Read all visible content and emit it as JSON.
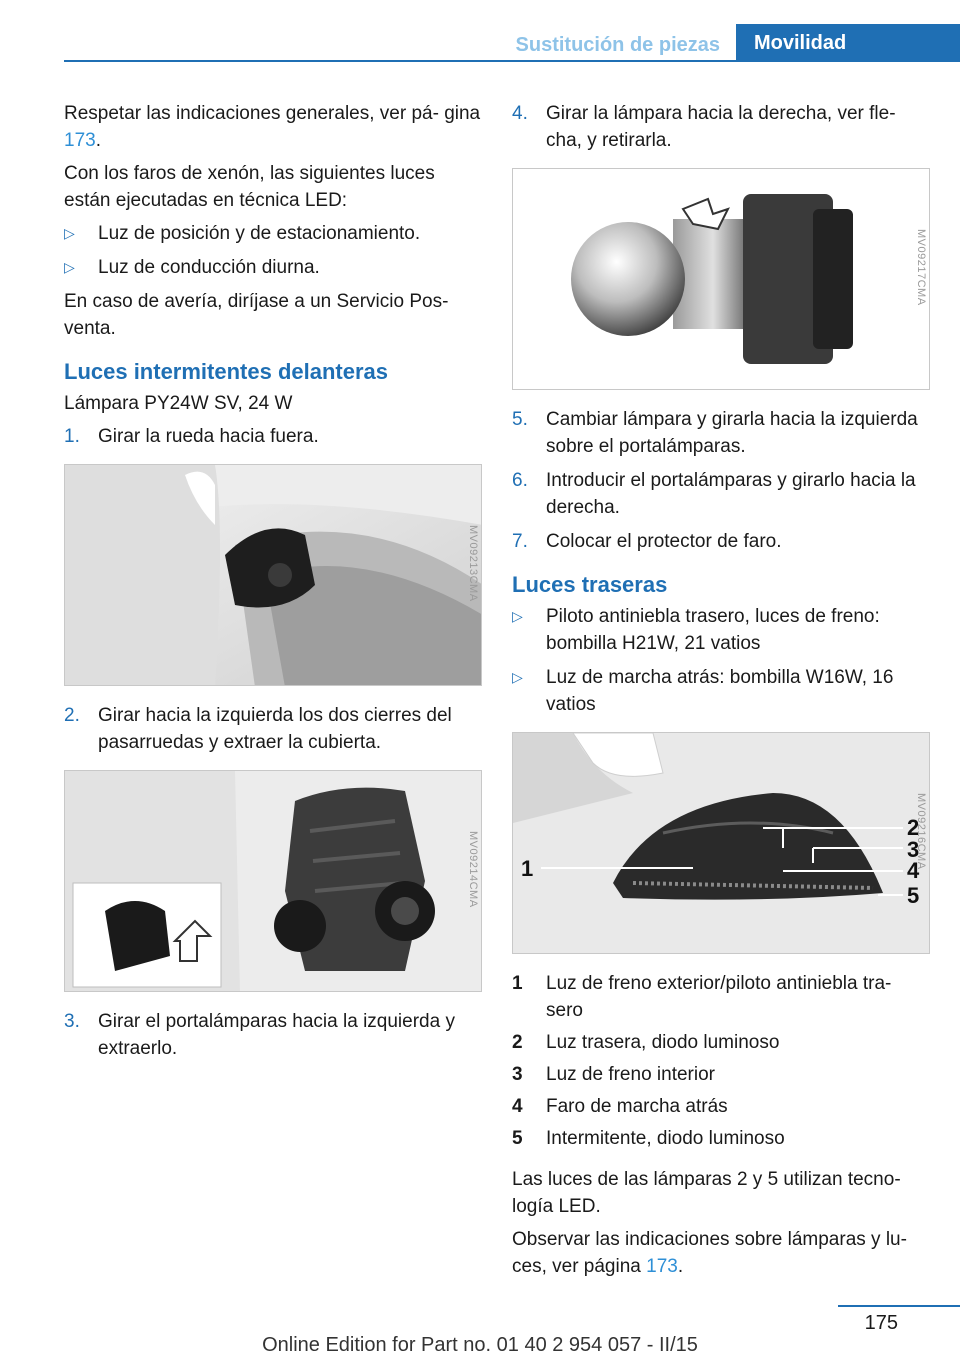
{
  "header": {
    "section": "Sustitución de piezas",
    "tab": "Movilidad"
  },
  "colors": {
    "accent": "#1f6fb4",
    "link": "#2e8fd6",
    "header_faded": "#8ec3e8"
  },
  "left": {
    "intro1_pre": "Respetar las indicaciones generales, ver pá‐ gina ",
    "intro1_link": "173",
    "intro1_post": ".",
    "intro2": "Con los faros de xenón, las siguientes luces están ejecutadas en técnica LED:",
    "bullets": [
      "Luz de posición y de estacionamiento.",
      "Luz de conducción diurna."
    ],
    "intro3": "En caso de avería, diríjase a un Servicio Pos‐ venta.",
    "heading": "Luces intermitentes delanteras",
    "lamp": "Lámpara PY24W SV, 24 W",
    "step1": {
      "num": "1.",
      "text": "Girar la rueda hacia fuera."
    },
    "fig1_code": "MV09213CMA",
    "step2": {
      "num": "2.",
      "text": "Girar hacia la izquierda los dos cierres del pasarruedas y extraer la cubierta."
    },
    "fig2_code": "MV09214CMA",
    "step3": {
      "num": "3.",
      "text": "Girar el portalámparas hacia la izquierda y extraerlo."
    }
  },
  "right": {
    "step4": {
      "num": "4.",
      "text": "Girar la lámpara hacia la derecha, ver fle‐ cha, y retirarla."
    },
    "fig3_code": "MV09217CMA",
    "steps": [
      {
        "num": "5.",
        "text": "Cambiar lámpara y girarla hacia la izquierda sobre el portalámparas."
      },
      {
        "num": "6.",
        "text": "Introducir el portalámparas y girarlo hacia la derecha."
      },
      {
        "num": "7.",
        "text": "Colocar el protector de faro."
      }
    ],
    "heading": "Luces traseras",
    "bullets": [
      "Piloto antiniebla trasero, luces de freno: bombilla H21W, 21 vatios",
      "Luz de marcha atrás: bombilla W16W, 16 vatios"
    ],
    "fig4_code": "MV09216CMA",
    "fig4_labels": [
      "1",
      "2",
      "3",
      "4",
      "5"
    ],
    "legend": [
      {
        "num": "1",
        "text": "Luz de freno exterior/piloto antiniebla tra‐ sero"
      },
      {
        "num": "2",
        "text": "Luz trasera, diodo luminoso"
      },
      {
        "num": "3",
        "text": "Luz de freno interior"
      },
      {
        "num": "4",
        "text": "Faro de marcha atrás"
      },
      {
        "num": "5",
        "text": "Intermitente, diodo luminoso"
      }
    ],
    "outro1": "Las luces de las lámparas 2 y 5 utilizan tecno‐ logía LED.",
    "outro2_pre": "Observar las indicaciones sobre lámparas y lu‐ ces, ver página ",
    "outro2_link": "173",
    "outro2_post": "."
  },
  "footer": {
    "page": "175",
    "edition": "Online Edition for Part no. 01 40 2 954 057 - II/15"
  }
}
